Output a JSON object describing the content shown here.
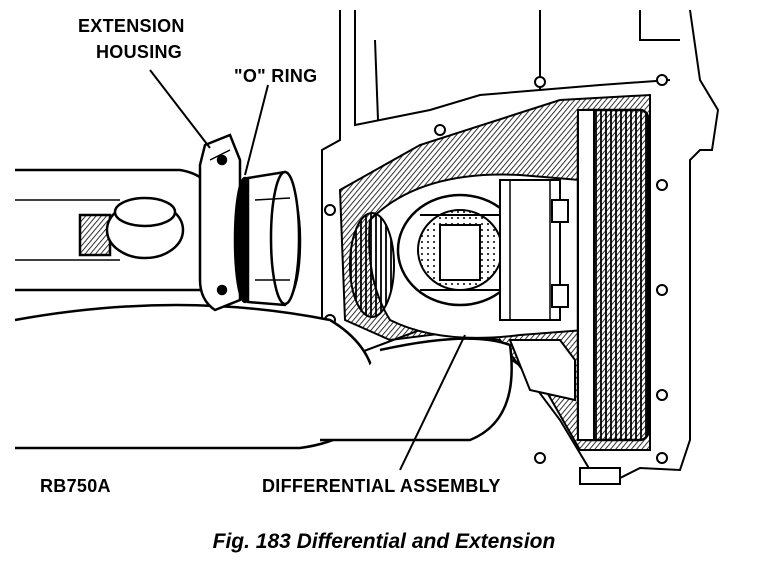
{
  "labels": {
    "extension_housing_line1": "EXTENSION",
    "extension_housing_line2": "HOUSING",
    "o_ring": "\"O\" RING",
    "differential_assembly": "DIFFERENTIAL ASSEMBLY",
    "figure_code": "RB750A"
  },
  "caption": "Fig. 183 Differential and Extension"
}
